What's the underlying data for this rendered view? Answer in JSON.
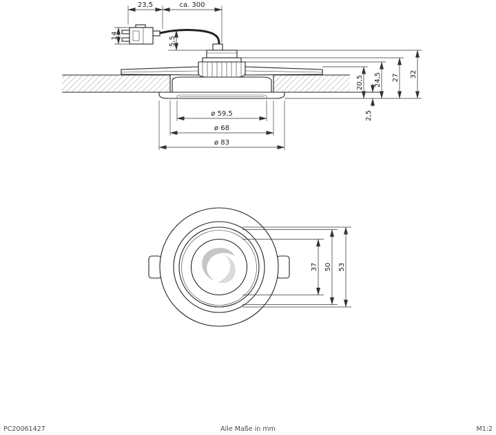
{
  "drawing": {
    "side_view": {
      "dim_plug_length": "23,5",
      "dim_cable_length": "ca. 300",
      "dim_plug_height": "14",
      "dim_cable_offset": "5,5",
      "dim_recess_depth_1": "20,5",
      "dim_recess_depth_2": "24,5",
      "dim_recess_depth_3": "27",
      "dim_height_total": "32",
      "dim_trim_protrusion": "2,5",
      "dim_dia_opening": "ø 59,5",
      "dim_dia_cutout": "ø 68",
      "dim_dia_trim": "ø 83"
    },
    "front_view": {
      "dim_dia_lens": "37",
      "dim_dia_inner_ring": "50",
      "dim_dia_bezel_ring": "53"
    }
  },
  "footer": {
    "part_number": "PC20061427",
    "units_note": "Alle Maße in mm",
    "scale": "M1:2"
  }
}
